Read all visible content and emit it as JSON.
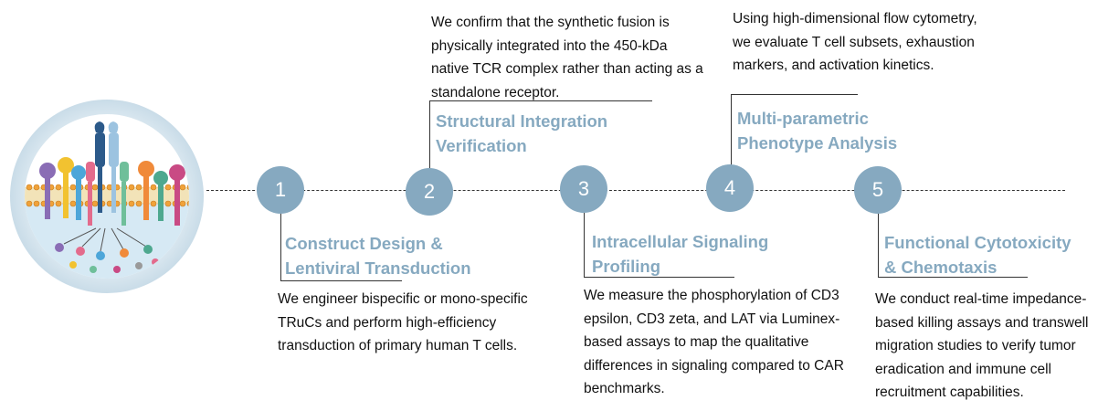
{
  "colors": {
    "accent": "#86a9c0",
    "text": "#111111",
    "line": "#333333"
  },
  "emblem": {
    "icon": "tcr-membrane-signaling-icon"
  },
  "steps": [
    {
      "number": "1",
      "title_line1": "Construct Design &",
      "title_line2": "Lentiviral Transduction",
      "description": "We engineer bispecific or mono-specific TRuCs and perform high-efficiency transduction of primary human T cells."
    },
    {
      "number": "2",
      "title_line1": "Structural Integration",
      "title_line2": "Verification",
      "description": "We confirm that the synthetic fusion is physically integrated into the 450-kDa native TCR complex rather than acting as a standalone receptor."
    },
    {
      "number": "3",
      "title_line1": "Intracellular Signaling",
      "title_line2": "Profiling",
      "description": "We measure the phosphorylation of CD3 epsilon, CD3 zeta, and LAT via Luminex-based assays to map the qualitative differences in signaling compared to CAR benchmarks."
    },
    {
      "number": "4",
      "title_line1": "Multi-parametric",
      "title_line2": "Phenotype Analysis",
      "description": "Using high-dimensional flow cytometry, we evaluate T cell subsets, exhaustion markers, and activation kinetics."
    },
    {
      "number": "5",
      "title_line1": "Functional Cytotoxicity",
      "title_line2": "& Chemotaxis",
      "description": "We conduct real-time impedance-based killing assays and transwell migration studies to verify tumor eradication and immune cell recruitment capabilities."
    }
  ]
}
